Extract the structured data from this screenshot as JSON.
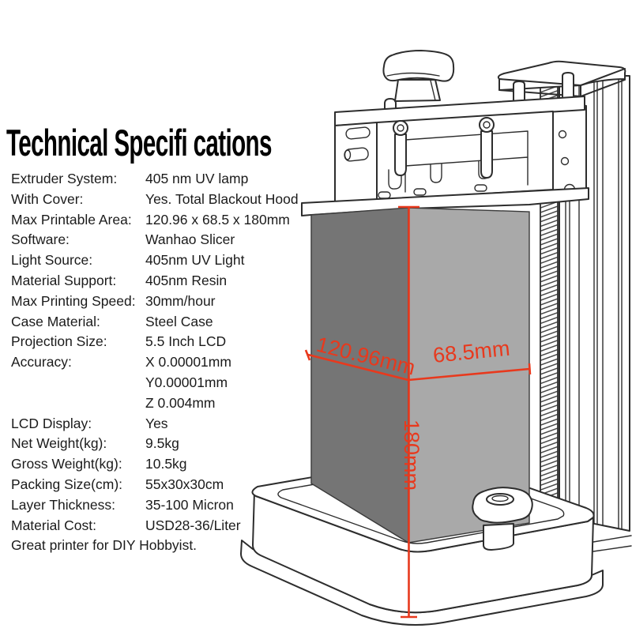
{
  "title": "Technical Specifi cations",
  "specs": [
    {
      "label": "Extruder System:",
      "value": "405 nm UV lamp"
    },
    {
      "label": "With Cover:",
      "value": "Yes. Total Blackout Hood"
    },
    {
      "label": "Max Printable Area:",
      "value": "120.96 x 68.5 x 180mm"
    },
    {
      "label": "Software:",
      "value": "Wanhao Slicer"
    },
    {
      "label": "Light Source:",
      "value": "405nm UV Light"
    },
    {
      "label": "Material Support:",
      "value": "405nm Resin"
    },
    {
      "label": "Max Printing Speed:",
      "value": "30mm/hour"
    },
    {
      "label": "Case Material:",
      "value": "Steel Case"
    },
    {
      "label": "Projection Size:",
      "value": "5.5 Inch LCD"
    },
    {
      "label": "Accuracy:",
      "value": "X 0.00001mm"
    },
    {
      "label": "",
      "value": "Y0.00001mm"
    },
    {
      "label": "",
      "value": "Z 0.004mm"
    },
    {
      "label": "LCD Display:",
      "value": "Yes"
    },
    {
      "label": "Net Weight(kg):",
      "value": "9.5kg"
    },
    {
      "label": "Gross Weight(kg):",
      "value": "10.5kg"
    },
    {
      "label": "Packing Size(cm):",
      "value": "55x30x30cm"
    },
    {
      "label": "Layer Thickness:",
      "value": "35-100 Micron"
    },
    {
      "label": "Material Cost:",
      "value": "USD28-36/Liter"
    }
  ],
  "footnote": "Great printer for DIY Hobbyist.",
  "diagram": {
    "labels": {
      "width": "120.96mm",
      "depth": "68.5mm",
      "height": "180mm"
    }
  },
  "colors": {
    "accent_red": "#e8391d",
    "box_left_face": "#757575",
    "box_right_face": "#a9a9a9",
    "outline": "#2d2d2d",
    "text": "#1b1b1b"
  }
}
